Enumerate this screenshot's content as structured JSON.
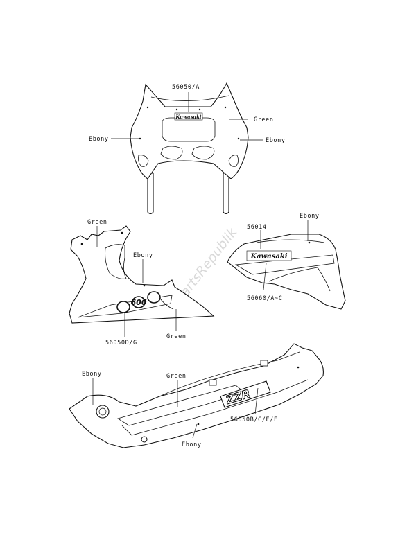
{
  "watermark": "PartsRepublik",
  "fairing": {
    "labels": {
      "top_part": "56050/A",
      "right_color": "Green",
      "left_color": "Ebony",
      "right_lower_color": "Ebony"
    },
    "logo_text": "Kawasaki"
  },
  "lower_left": {
    "labels": {
      "top_color": "Green",
      "mid_color": "Ebony",
      "bottom_color": "Green",
      "part": "56050D/G"
    },
    "number_decal": "600"
  },
  "side_panel": {
    "labels": {
      "top_color": "Ebony",
      "part_a": "56014",
      "part_b": "56060/A~C"
    },
    "logo_text": "Kawasaki"
  },
  "belly": {
    "labels": {
      "left_color": "Ebony",
      "top_color": "Green",
      "part": "56050B/C/E/F",
      "bottom_color": "Ebony"
    },
    "model_decal": "ZZR"
  }
}
